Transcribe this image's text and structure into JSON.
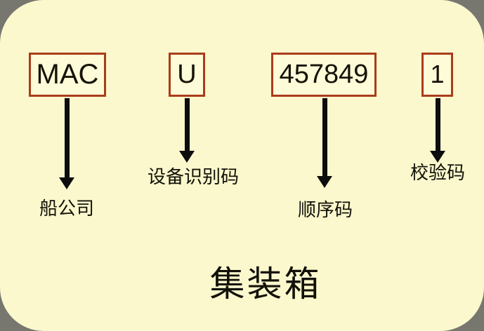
{
  "diagram": {
    "card_bg": "#fbf8cd",
    "outer_bg": "#77776f",
    "box_border_color": "#a93c1b",
    "arrow_color": "#0d0d0d",
    "text_color": "#121108",
    "title": "集装箱",
    "code_boxes": [
      {
        "id": "mac",
        "value": "MAC"
      },
      {
        "id": "u",
        "value": "U"
      },
      {
        "id": "seq",
        "value": "457849"
      },
      {
        "id": "check",
        "value": "1"
      }
    ],
    "annotations": [
      {
        "id": "company",
        "label": "船公司"
      },
      {
        "id": "equip",
        "label": "设备识别码"
      },
      {
        "id": "seq",
        "label": "顺序码"
      },
      {
        "id": "check",
        "label": "校验码"
      }
    ]
  }
}
